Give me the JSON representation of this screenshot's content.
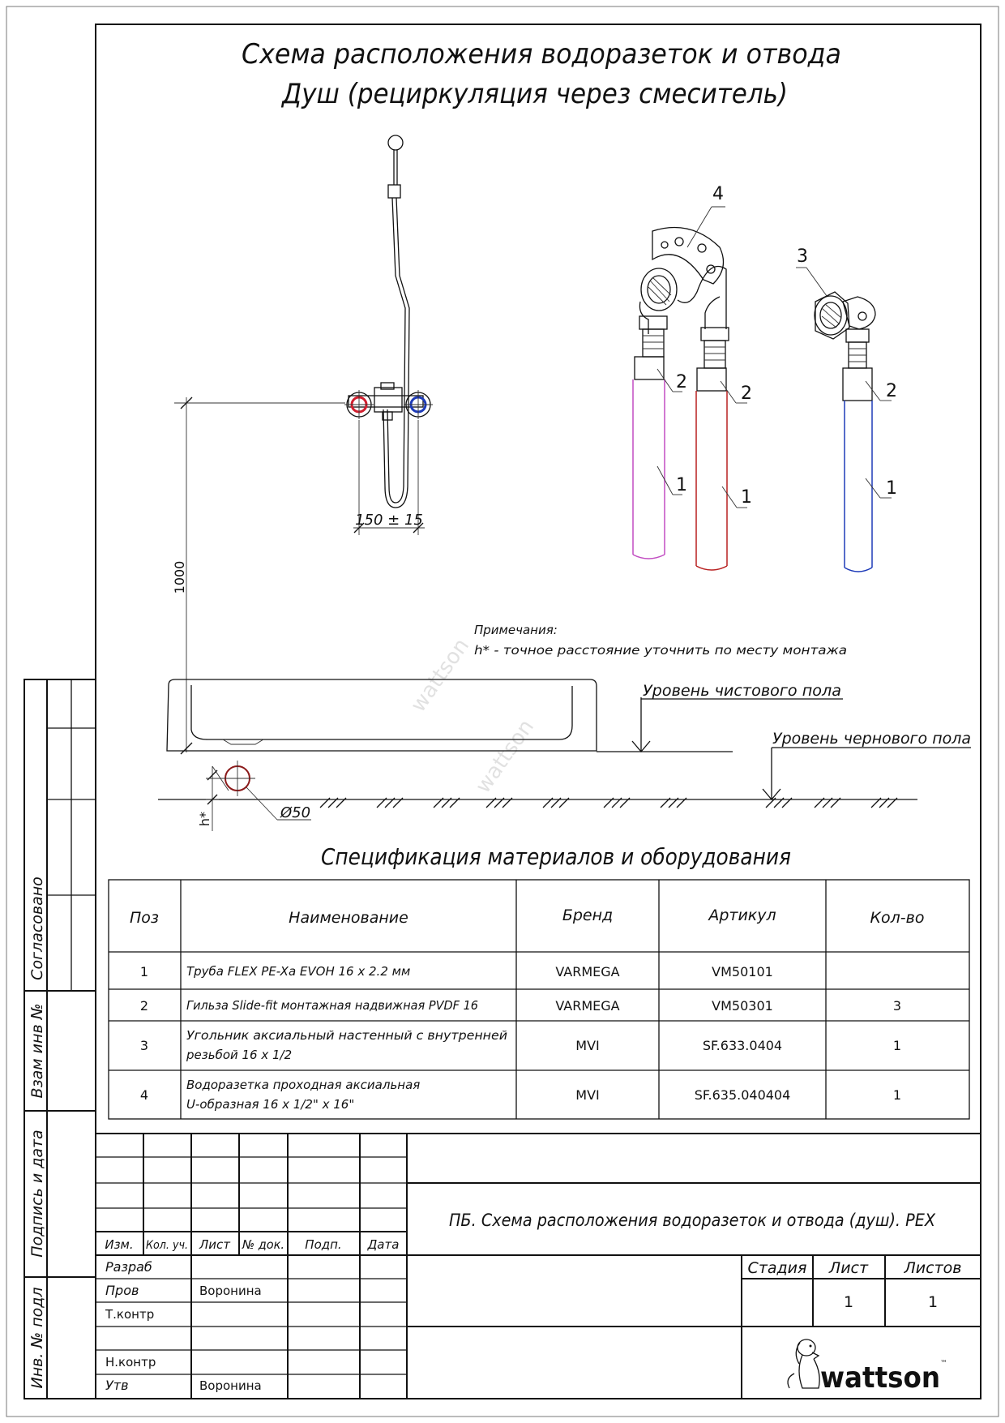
{
  "title": {
    "line1": "Схема расположения водоразеток и отвода",
    "line2": "Душ (рециркуляция через смеситель)"
  },
  "drawing": {
    "callouts": [
      "1",
      "2",
      "3",
      "4"
    ],
    "dim_height": "1000",
    "dim_spacing": "150 ± 15",
    "dim_diameter": "Ø50",
    "dim_h": "h*",
    "notes_title": "Примечания:",
    "notes_text": "h* - точное расстояние уточнить по месту монтажа",
    "level_finish": "Уровень чистового пола",
    "level_rough": "Уровень чернового пола",
    "watermark": "wattson",
    "colors": {
      "hot": "#d11f2f",
      "cold": "#1e3bb8",
      "recirc": "#c24dc2"
    }
  },
  "spec": {
    "title": "Спецификация материалов и оборудования",
    "headers": [
      "Поз",
      "Наименование",
      "Бренд",
      "Артикул",
      "Кол-во"
    ],
    "rows": [
      {
        "pos": "1",
        "name": [
          "Труба FLEX PE-Xa EVOH 16 x 2.2 мм"
        ],
        "brand": "VARMEGA",
        "art": "VM50101",
        "qty": ""
      },
      {
        "pos": "2",
        "name": [
          "Гильза Slide-fit монтажная надвижная PVDF 16"
        ],
        "brand": "VARMEGA",
        "art": "VM50301",
        "qty": "3"
      },
      {
        "pos": "3",
        "name": [
          "Угольник аксиальный настенный с внутренней",
          "резьбой 16 x 1/2"
        ],
        "brand": "MVI",
        "art": "SF.633.0404",
        "qty": "1"
      },
      {
        "pos": "4",
        "name": [
          "Водоразетка проходная аксиальная",
          "U-образная 16 x 1/2\" x 16\""
        ],
        "brand": "MVI",
        "art": "SF.635.040404",
        "qty": "1"
      }
    ]
  },
  "side_stamp": {
    "agreed": "Согласовано",
    "replace_inv": "Взам инв №",
    "sign_date": "Подпись и дата",
    "orig_inv": "Инв. № подл"
  },
  "title_block": {
    "headers": [
      "Изм.",
      "Кол. уч.",
      "Лист",
      "№ док.",
      "Подп.",
      "Дата"
    ],
    "roles": [
      {
        "role": "Разраб",
        "name": ""
      },
      {
        "role": "Пров",
        "name": "Воронина"
      },
      {
        "role": "Т.контр",
        "name": ""
      },
      {
        "role": "",
        "name": ""
      },
      {
        "role": "Н.контр",
        "name": ""
      },
      {
        "role": "Утв",
        "name": "Воронина"
      }
    ],
    "doc_title": "ПБ. Схема расположения водоразеток и отвода (душ). PEX",
    "stage_label": "Стадия",
    "sheet_label": "Лист",
    "sheets_label": "Листов",
    "stage": "",
    "sheet": "1",
    "sheets": "1",
    "logo": "wattson",
    "logo_tm": "™"
  }
}
